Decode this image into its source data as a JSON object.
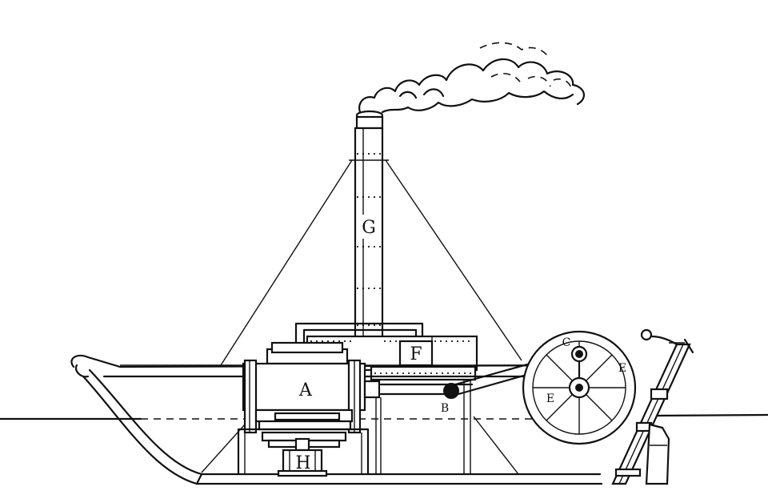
{
  "labels": {
    "A": "A",
    "B": "B",
    "C": "C",
    "E_left": "E",
    "E_right": "E",
    "F": "F",
    "G": "G",
    "H": "H"
  }
}
